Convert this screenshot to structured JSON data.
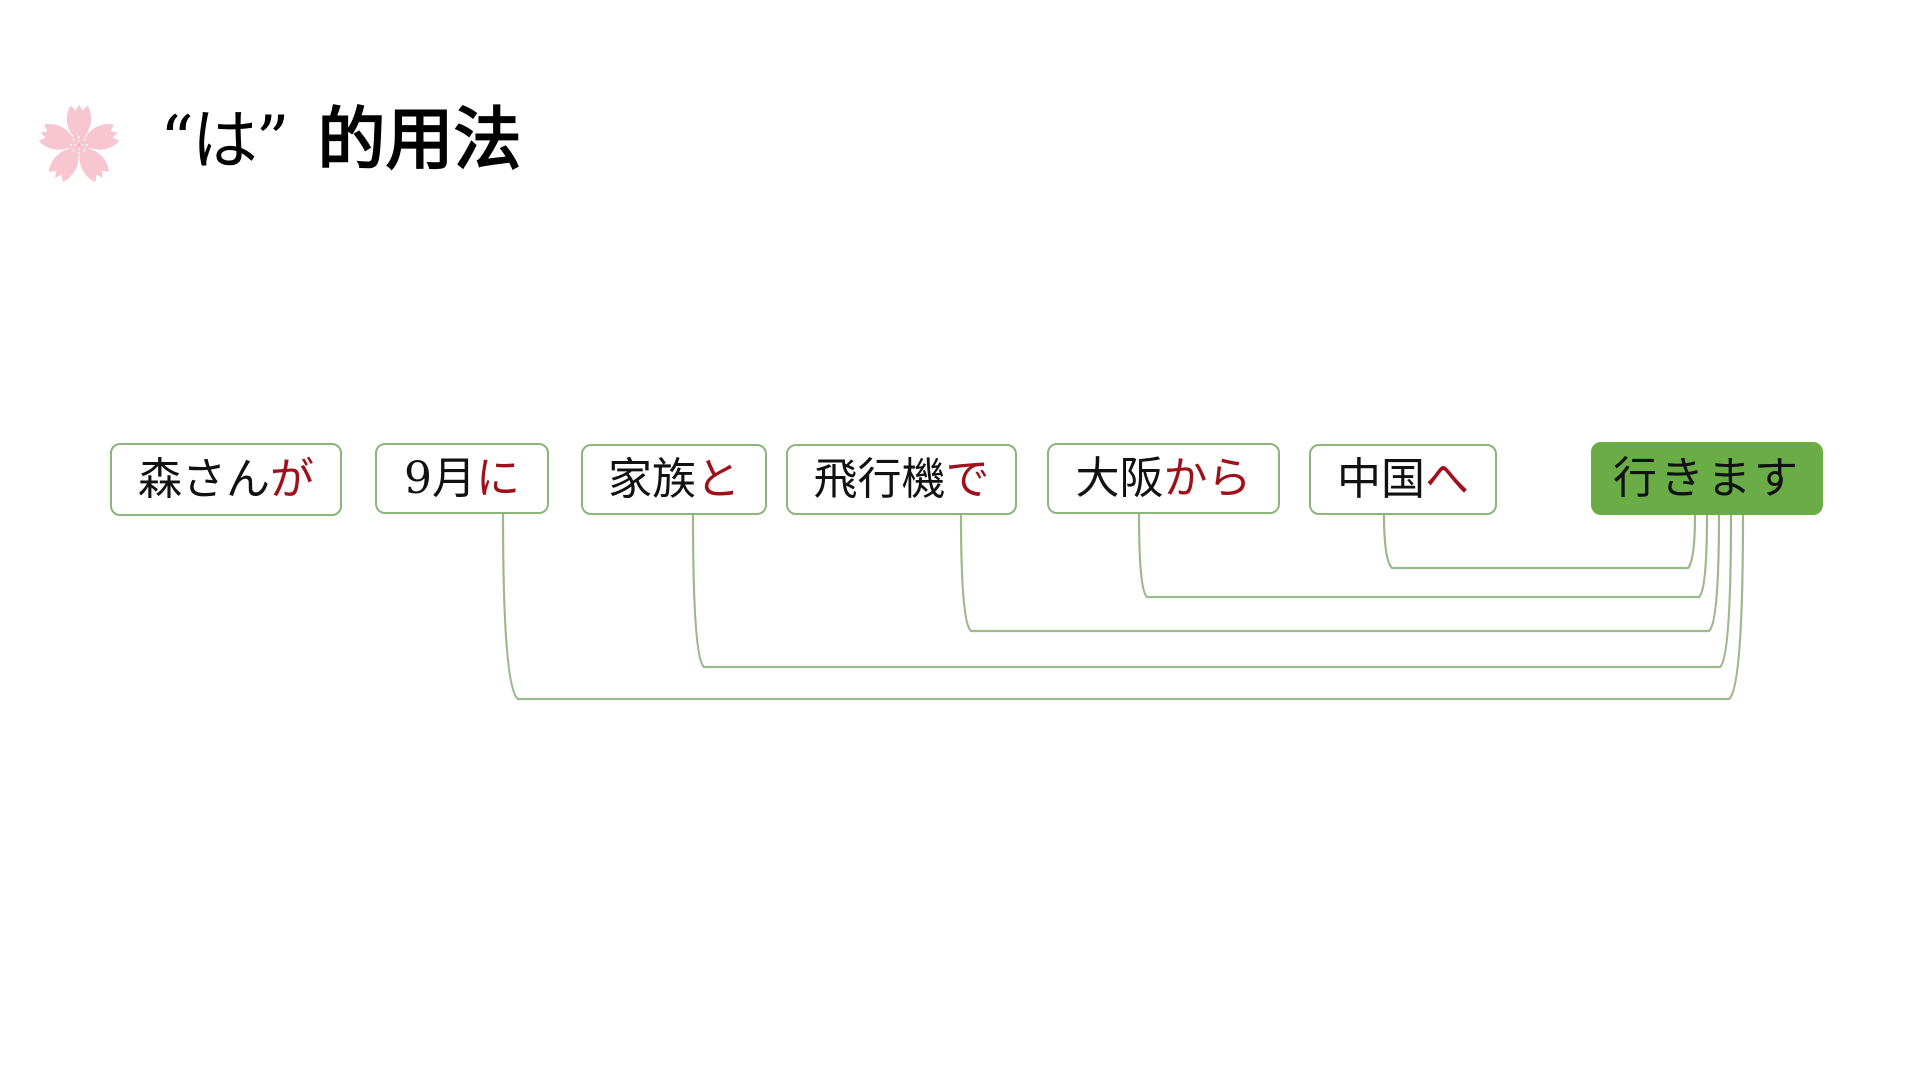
{
  "slide": {
    "title_quote": "“は”",
    "title_main": "的用法",
    "icon": "cherry-blossom-icon"
  },
  "diagram": {
    "colors": {
      "box_border": "#8db47a",
      "connector": "#9db88a",
      "particle": "#a0101a",
      "verb_fill": "#6aac45",
      "blossom": "#f7c6d0"
    },
    "phrases": [
      {
        "word": "森さん",
        "particle": "が",
        "connects_to_verb": false
      },
      {
        "word": "9月",
        "particle": "に",
        "connects_to_verb": true
      },
      {
        "word": "家族",
        "particle": "と",
        "connects_to_verb": true
      },
      {
        "word": "飛行機",
        "particle": "で",
        "connects_to_verb": true
      },
      {
        "word": "大阪",
        "particle": "から",
        "connects_to_verb": true
      },
      {
        "word": "中国",
        "particle": "へ",
        "connects_to_verb": true
      }
    ],
    "verb": {
      "text": "行きます"
    }
  }
}
